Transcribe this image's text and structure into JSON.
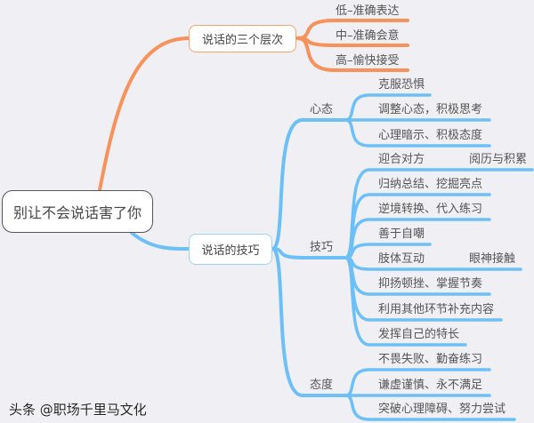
{
  "root": "别让不会说话害了你",
  "colors": {
    "orange": "#f7925a",
    "blue": "#6cc0f7",
    "background": "#efeff4"
  },
  "branch1": {
    "label": "说话的三个层次",
    "leaves": [
      "低–准确表达",
      "中–准确会意",
      "高–愉快接受"
    ]
  },
  "branch2": {
    "label": "说话的技巧",
    "groups": [
      {
        "label": "心态",
        "leaves": [
          {
            "text": "克服恐惧"
          },
          {
            "text": "调整心态，积极思考"
          },
          {
            "text": "心理暗示、积极态度"
          }
        ]
      },
      {
        "label": "技巧",
        "leaves": [
          {
            "text": "迎合对方",
            "child": "阅历与积累"
          },
          {
            "text": "归纳总结、挖掘亮点"
          },
          {
            "text": "逆境转换、代入练习"
          },
          {
            "text": "善于自嘲"
          },
          {
            "text": "肢体互动",
            "child": "眼神接触"
          },
          {
            "text": "抑扬顿挫、掌握节奏"
          },
          {
            "text": "利用其他环节补充内容"
          },
          {
            "text": "发挥自己的特长"
          }
        ]
      },
      {
        "label": "态度",
        "leaves": [
          {
            "text": "不畏失败、勤奋练习"
          },
          {
            "text": "谦虚谨慎、永不满足"
          },
          {
            "text": "突破心理障碍、努力尝试"
          }
        ]
      }
    ]
  },
  "watermark": "头条 @职场千里马文化"
}
